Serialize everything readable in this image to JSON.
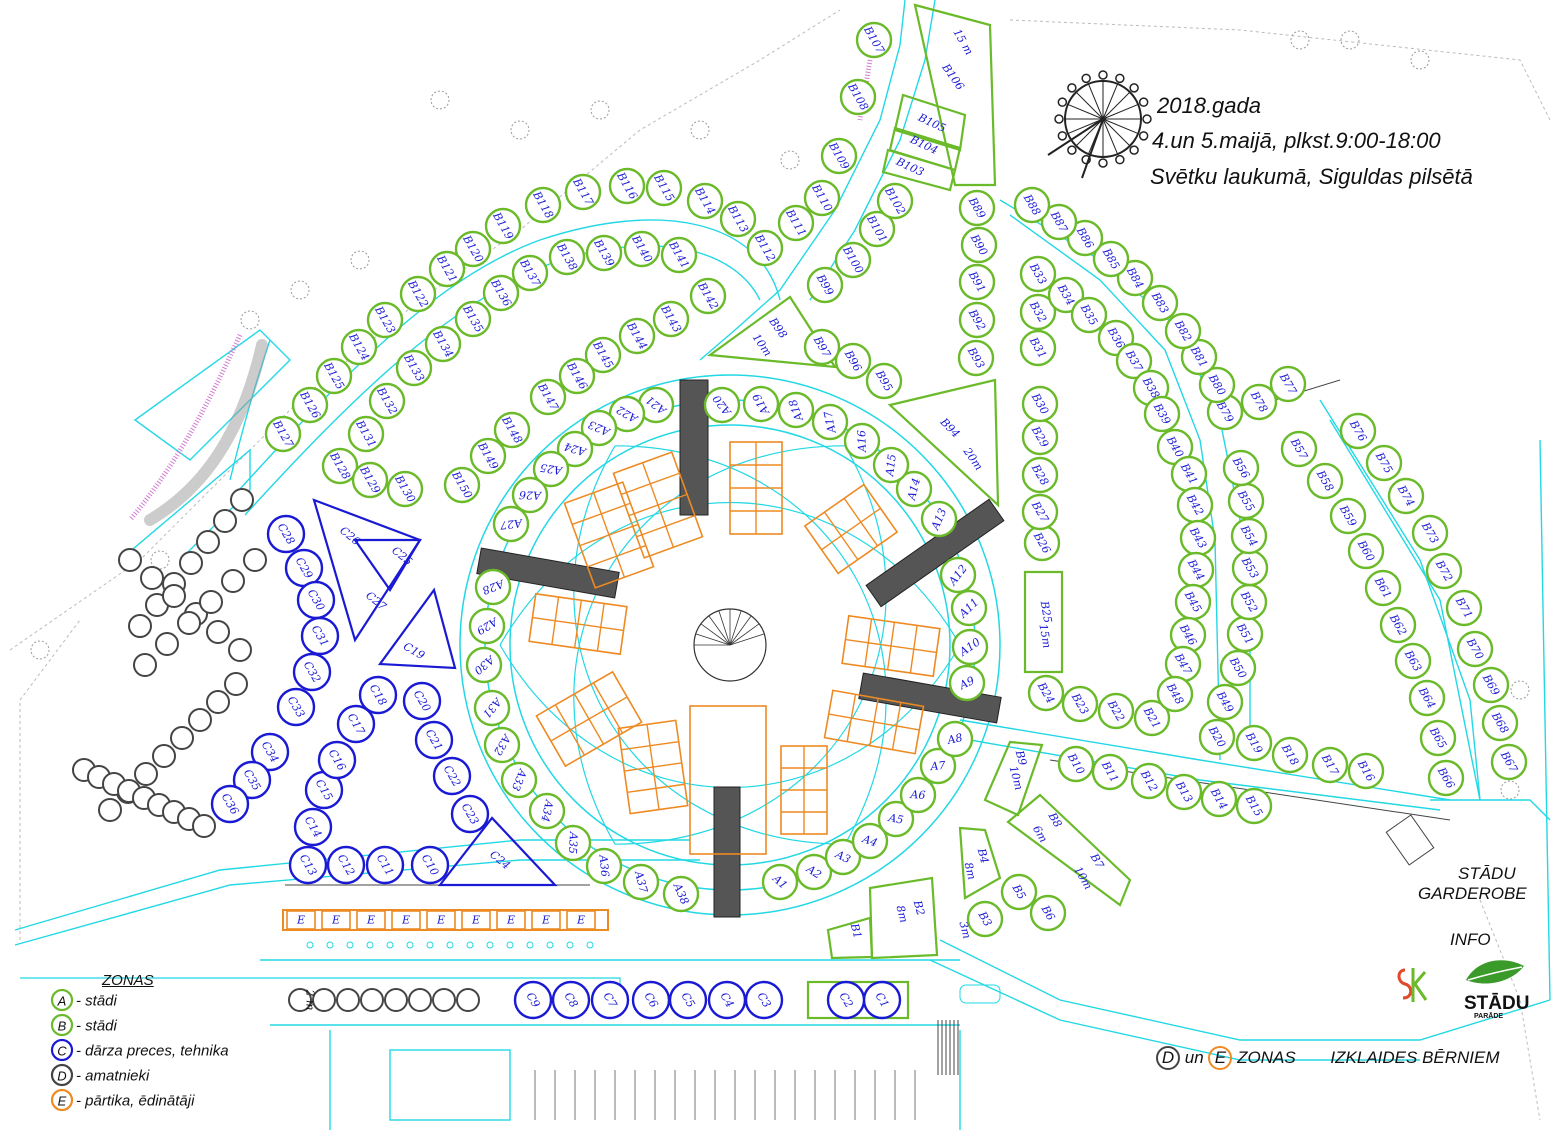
{
  "header": {
    "line1": "2018.gada",
    "line2": "4.un 5.maijā, plkst.9:00-18:00",
    "line3": "Svētku laukumā, Siguldas pilsētā"
  },
  "legend": {
    "title": "ZONAS",
    "items": [
      {
        "letter": "A",
        "text": "- stādi",
        "color": "#6aba2a"
      },
      {
        "letter": "B",
        "text": "- stādi",
        "color": "#6aba2a"
      },
      {
        "letter": "C",
        "text": "- dārza preces, tehnika",
        "color": "#1a1ad4"
      },
      {
        "letter": "D",
        "text": "- amatnieki",
        "color": "#444444"
      },
      {
        "letter": "E",
        "text": "- pārtika, ēdinātāji",
        "color": "#ee8a22"
      }
    ]
  },
  "labels": {
    "garderobe_1": "STĀDU",
    "garderobe_2": "GARDEROBE",
    "info": "INFO",
    "bottom_d": "D",
    "bottom_un": "un",
    "bottom_e": "E",
    "bottom_zonas": "ZONAS",
    "bottom_right": "IZKLAIDES BĒRNIEM",
    "scale": "2 m",
    "logo_stadu": "STĀDU",
    "logo_parade": "PARĀDE",
    "logo_sk": "SK"
  },
  "plot_tags": [
    {
      "text": "15 m",
      "near": "B106"
    },
    {
      "text": "10m",
      "near": "B98"
    },
    {
      "text": "20m",
      "near": "B94"
    },
    {
      "text": "15m",
      "near": "B25"
    },
    {
      "text": "10m",
      "near": "B9"
    },
    {
      "text": "6m",
      "near": "B8"
    },
    {
      "text": "10m",
      "near": "B7"
    },
    {
      "text": "8m",
      "near": "B4"
    },
    {
      "text": "8m",
      "near": "B2"
    },
    {
      "text": "3m",
      "near": "B3"
    }
  ],
  "colors": {
    "green": "#6aba2a",
    "blue": "#1a1ad4",
    "gray": "#444444",
    "orange": "#ee8a22",
    "cyan": "#22d8e4",
    "label": "#1a1ad4"
  },
  "stands": {
    "A": [
      "A1",
      "A2",
      "A3",
      "A4",
      "A5",
      "A6",
      "A7",
      "A8",
      "A9",
      "A10",
      "A11",
      "A12",
      "A13",
      "A14",
      "A15",
      "A16",
      "A17",
      "A18",
      "A19",
      "A20",
      "A21",
      "A22",
      "A23",
      "A24",
      "A25",
      "A26",
      "A27",
      "A28",
      "A29",
      "A30",
      "A31",
      "A32",
      "A33",
      "A34",
      "A35",
      "A36",
      "A37",
      "A38"
    ],
    "B": [
      "B3",
      "B5",
      "B6",
      "B10",
      "B11",
      "B12",
      "B13",
      "B14",
      "B15",
      "B16",
      "B17",
      "B18",
      "B19",
      "B20",
      "B21",
      "B22",
      "B23",
      "B24",
      "B26",
      "B27",
      "B28",
      "B29",
      "B30",
      "B31",
      "B32",
      "B33",
      "B34",
      "B35",
      "B36",
      "B37",
      "B38",
      "B39",
      "B40",
      "B41",
      "B42",
      "B43",
      "B44",
      "B45",
      "B46",
      "B47",
      "B48",
      "B49",
      "B50",
      "B51",
      "B52",
      "B53",
      "B54",
      "B55",
      "B56",
      "B57",
      "B58",
      "B59",
      "B60",
      "B61",
      "B62",
      "B63",
      "B64",
      "B65",
      "B66",
      "B67",
      "B68",
      "B69",
      "B70",
      "B71",
      "B72",
      "B73",
      "B74",
      "B75",
      "B76",
      "B77",
      "B78",
      "B79",
      "B80",
      "B81",
      "B82",
      "B83",
      "B84",
      "B85",
      "B86",
      "B87",
      "B88",
      "B89",
      "B90",
      "B91",
      "B92",
      "B93",
      "B95",
      "B96",
      "B97",
      "B99",
      "B100",
      "B101",
      "B102",
      "B107",
      "B108",
      "B109",
      "B110",
      "B111",
      "B112",
      "B113",
      "B114",
      "B115",
      "B116",
      "B117",
      "B118",
      "B119",
      "B120",
      "B121",
      "B122",
      "B123",
      "B124",
      "B125",
      "B126",
      "B127",
      "B128",
      "B129",
      "B130",
      "B131",
      "B132",
      "B133",
      "B134",
      "B135",
      "B136",
      "B137",
      "B138",
      "B139",
      "B140",
      "B141",
      "B142",
      "B143",
      "B144",
      "B145",
      "B146",
      "B147",
      "B148",
      "B149",
      "B150"
    ],
    "B_plots": [
      "B1",
      "B2",
      "B4",
      "B7",
      "B8",
      "B9",
      "B25",
      "B94",
      "B98",
      "B103",
      "B104",
      "B105",
      "B106"
    ],
    "C": [
      "C1",
      "C2",
      "C3",
      "C4",
      "C5",
      "C6",
      "C7",
      "C8",
      "C9",
      "C10",
      "C11",
      "C12",
      "C13",
      "C14",
      "C15",
      "C16",
      "C17",
      "C18",
      "C20",
      "C21",
      "C22",
      "C23",
      "C28",
      "C29",
      "C30",
      "C31",
      "C32",
      "C33",
      "C34",
      "C35",
      "C36"
    ],
    "C_plots": [
      "C19",
      "C24",
      "C25",
      "C26",
      "C27"
    ],
    "E": [
      "E",
      "E",
      "E",
      "E",
      "E",
      "E",
      "E",
      "E",
      "E"
    ]
  }
}
